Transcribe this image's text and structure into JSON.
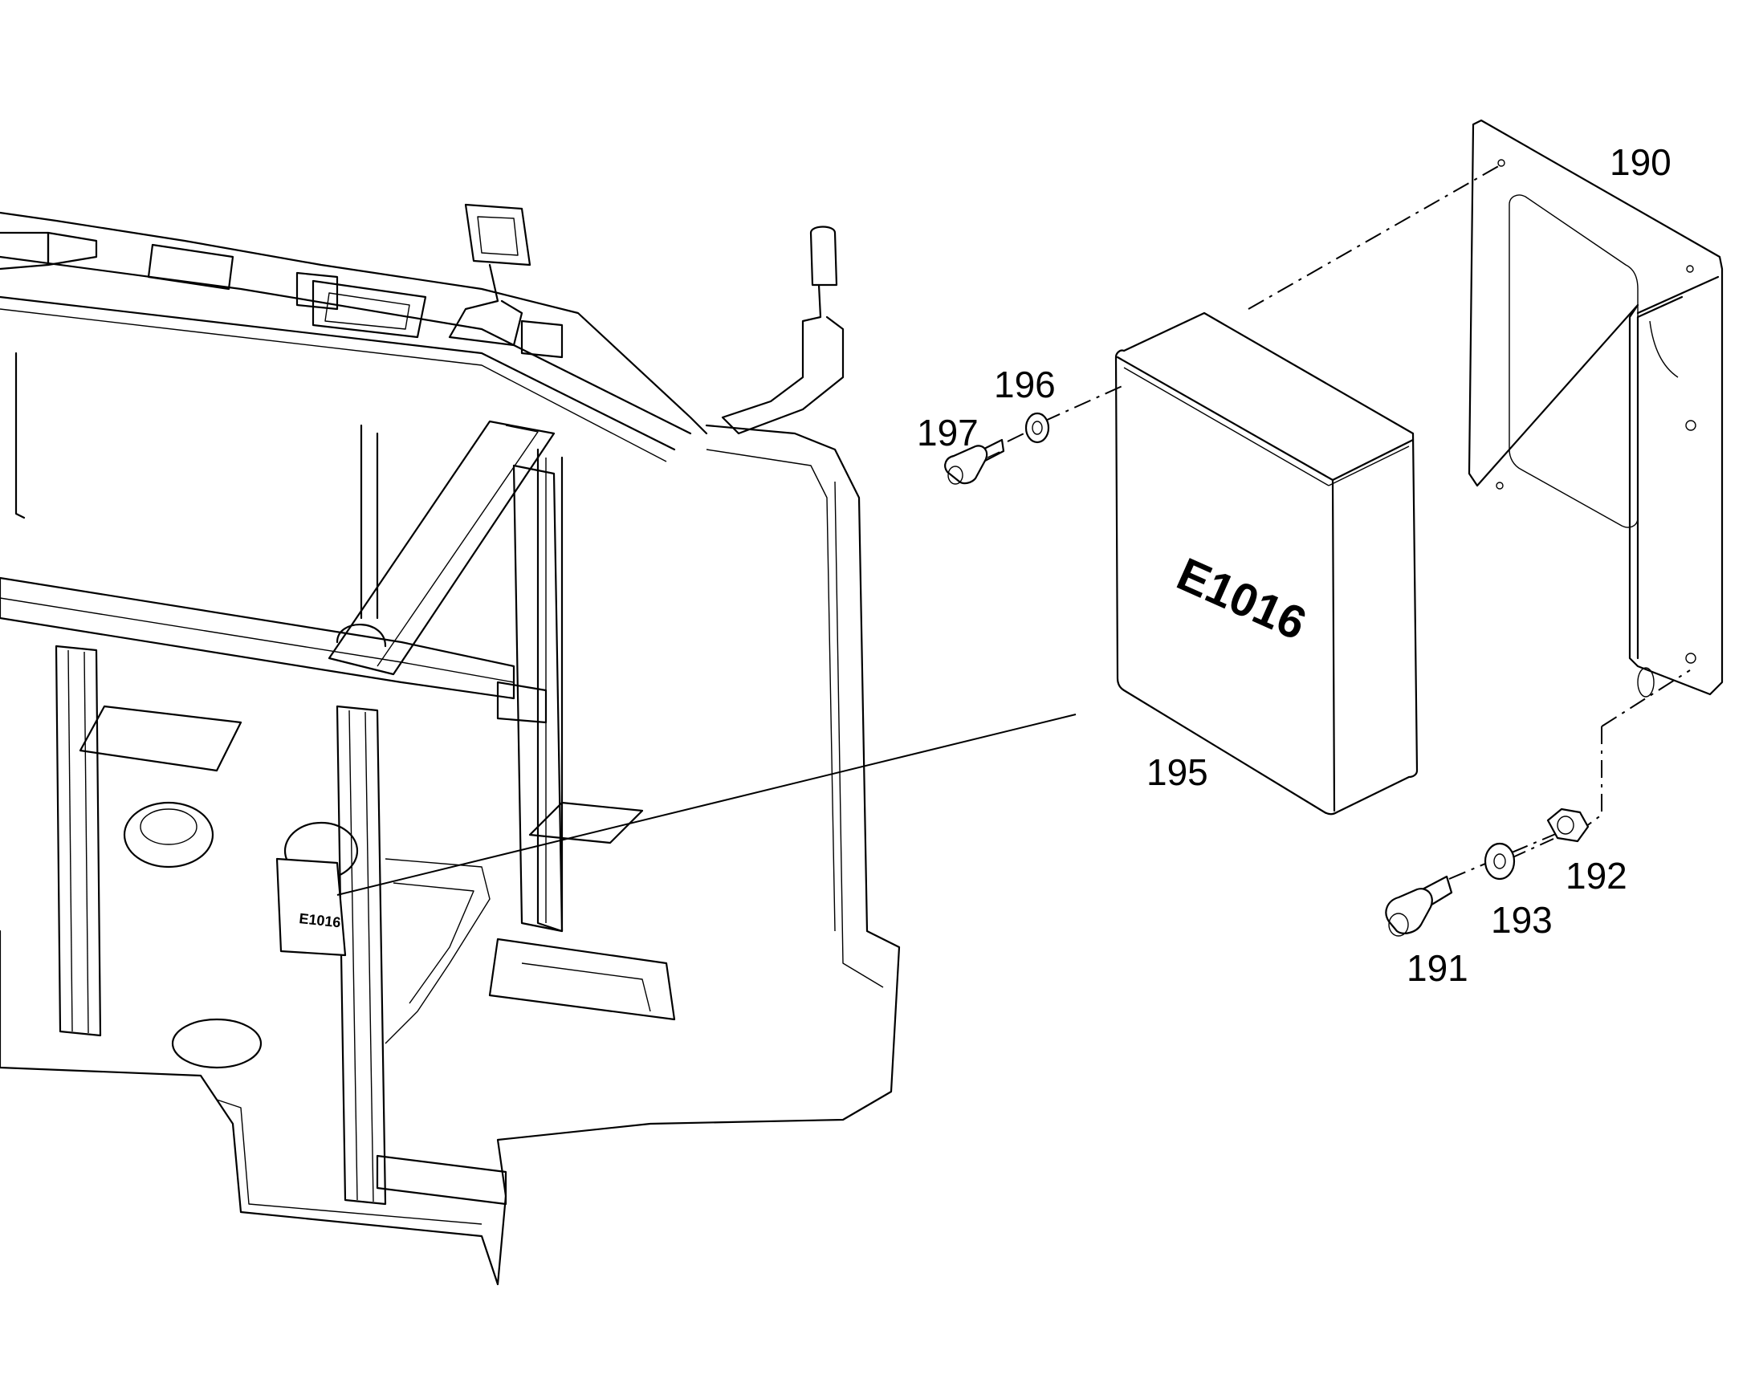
{
  "callouts": {
    "c190": "190",
    "c191": "191",
    "c192": "192",
    "c193": "193",
    "c195": "195",
    "c196": "196",
    "c197": "197"
  },
  "box_label": "E1016",
  "colors": {
    "line": "#000000",
    "background": "#ffffff"
  }
}
